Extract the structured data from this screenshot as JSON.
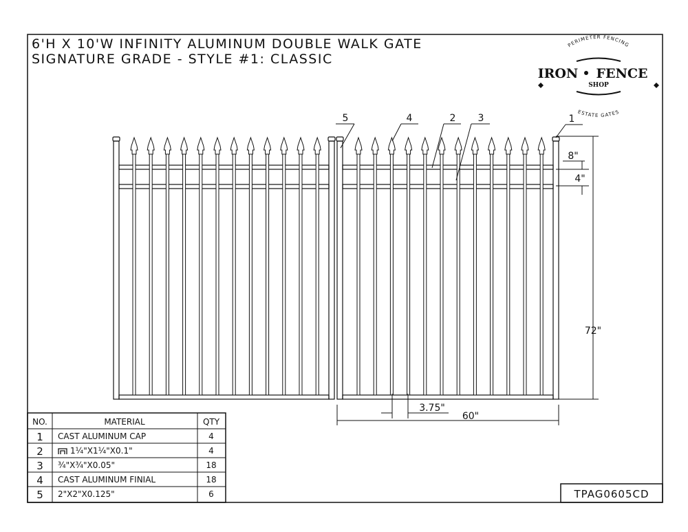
{
  "title": {
    "line1": "6'H X 10'W INFINITY ALUMINUM DOUBLE WALK GATE",
    "line2": "SIGNATURE GRADE - STYLE #1: CLASSIC"
  },
  "logo": {
    "top_arc": "PERIMETER FENCING",
    "main_left": "IRON",
    "main_right": "FENCE",
    "sub": "SHOP",
    "bottom_arc": "ESTATE GATES"
  },
  "callouts": [
    "1",
    "2",
    "3",
    "4",
    "5"
  ],
  "dimensions": {
    "rail_offset": "8\"",
    "rail_spacing": "4\"",
    "height": "72\"",
    "picket_spacing": "3.75\"",
    "leaf_width": "60\""
  },
  "table": {
    "headers": [
      "NO.",
      "MATERIAL",
      "QTY"
    ],
    "rows": [
      {
        "no": "1",
        "material": "CAST ALUMINUM CAP",
        "qty": "4"
      },
      {
        "no": "2",
        "material": "1¼\"X1¼\"X0.1\"",
        "qty": "4",
        "channel_icon": true
      },
      {
        "no": "3",
        "material": "¾\"X¾\"X0.05\"",
        "qty": "18"
      },
      {
        "no": "4",
        "material": "CAST ALUMINUM FINIAL",
        "qty": "18"
      },
      {
        "no": "5",
        "material": "2\"X2\"X0.125\"",
        "qty": "6"
      }
    ]
  },
  "drawing_number": "TPAG0605CD",
  "icons": {
    "channel": "channel-profile-icon",
    "finial": "spear-finial-icon"
  }
}
